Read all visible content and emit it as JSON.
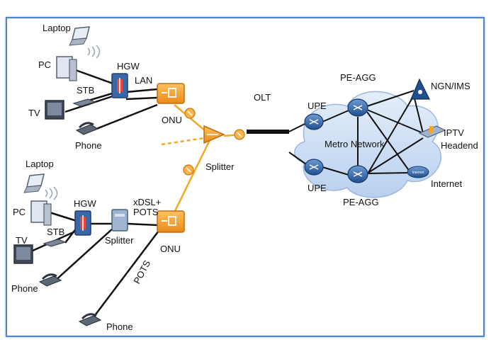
{
  "labels": {
    "laptop_top": "Laptop",
    "pc_top": "PC",
    "hgw_top": "HGW",
    "lan": "LAN",
    "stb_top": "STB",
    "tv_top": "TV",
    "onu_top": "ONU",
    "phone_top": "Phone",
    "olt": "OLT",
    "splitter_mid": "Splitter",
    "laptop_bottom": "Laptop",
    "pc_bottom": "PC",
    "hgw_bottom": "HGW",
    "xdsl_line1": "xDSL+",
    "xdsl_line2": "POTS",
    "stb_bottom": "STB",
    "splitter_bottom": "Splitter",
    "tv_bottom": "TV",
    "onu_bottom": "ONU",
    "pots": "POTS",
    "phone_bottom_left": "Phone",
    "phone_bottom": "Phone",
    "upe_top": "UPE",
    "upe_bottom": "UPE",
    "pe_agg_top": "PE-AGG",
    "pe_agg_bottom": "PE-AGG",
    "metro": "Metro Network",
    "ngn": "NGN/IMS",
    "iptv_line1": "IPTV",
    "iptv_line2": "Headend",
    "internet": "Internet",
    "internet_badge": "Internet"
  },
  "colors": {
    "onu": "#f39a2b",
    "fiber": "#f5a623",
    "hgw": "#3a67a8",
    "router": "#2f5f9e",
    "cloud": "#c9dcf2",
    "frame": "#4f83c9"
  }
}
